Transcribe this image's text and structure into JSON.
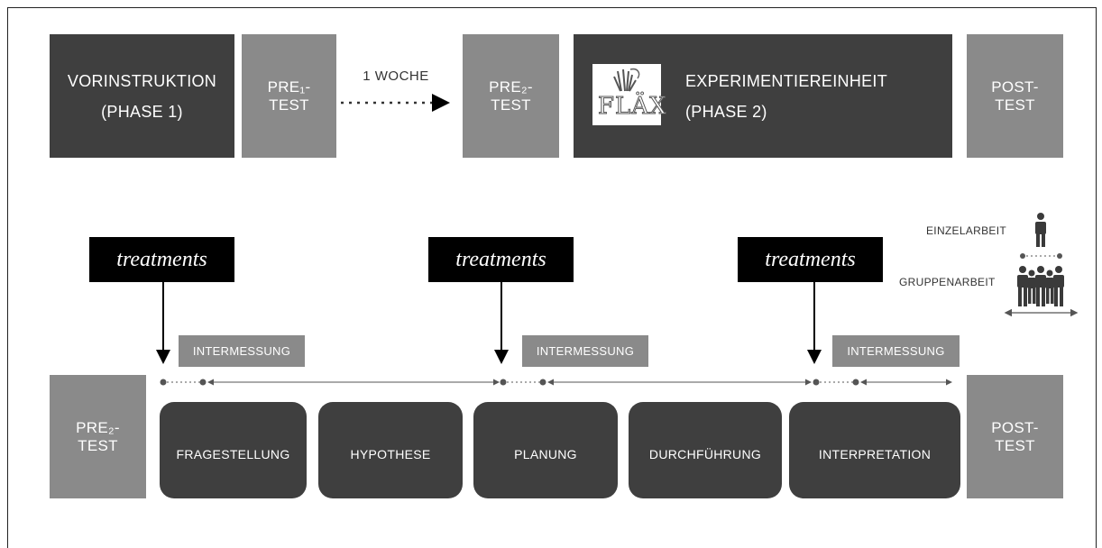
{
  "top_row": {
    "vorinstruktion": {
      "line1": "VORINSTRUKTION",
      "line2": "(PHASE 1)"
    },
    "pre1": {
      "line1": "PRE₁-",
      "line2": "TEST"
    },
    "woche": "1 WOCHE",
    "pre2": {
      "line1": "PRE₂-",
      "line2": "TEST"
    },
    "experiment": {
      "line1": "EXPERIMENTIEREINHEIT",
      "line2": "(PHASE 2)"
    },
    "logo_text": "FLÄX",
    "post": {
      "line1": "POST-",
      "line2": "TEST"
    }
  },
  "treatments": [
    "treatments",
    "treatments",
    "treatments"
  ],
  "intermessung": [
    "INTERMESSUNG",
    "INTERMESSUNG",
    "INTERMESSUNG"
  ],
  "legend": {
    "einzel": "EINZELARBEIT",
    "gruppe": "GRUPPENARBEIT"
  },
  "bottom_row": {
    "pre2": {
      "line1": "PRE₂-",
      "line2": "TEST"
    },
    "post": {
      "line1": "POST-",
      "line2": "TEST"
    },
    "steps": [
      "FRAGESTELLUNG",
      "HYPOTHESE",
      "PLANUNG",
      "DURCHFÜHRUNG",
      "INTERPRETATION"
    ]
  },
  "colors": {
    "dark": "#3f3f3f",
    "mid": "#8a8a8a",
    "black": "#000000"
  }
}
